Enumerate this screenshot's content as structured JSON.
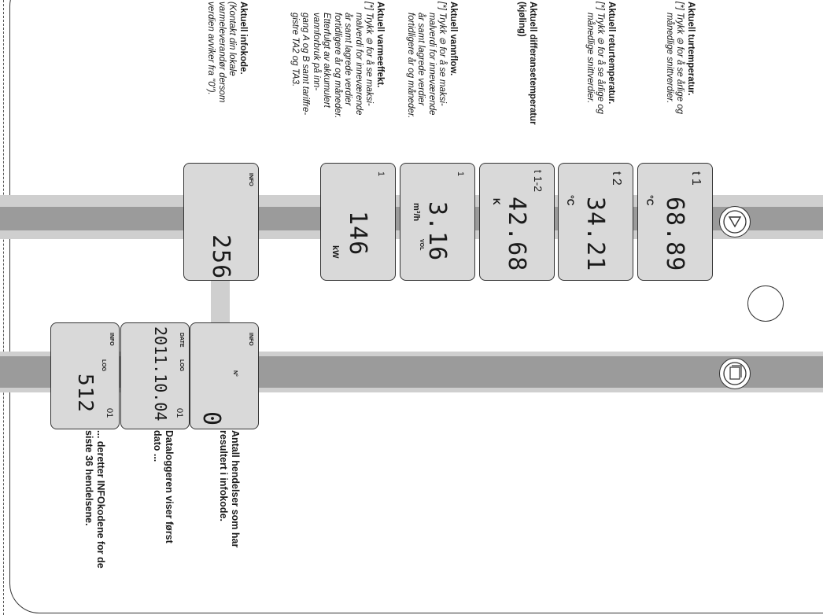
{
  "notes": {
    "flow_temp": {
      "title": "Aktuell turtemperatur.",
      "lines": [
        "[*] Trykk ⊜ for å se årlige og",
        "månedlige snittverdier."
      ]
    },
    "return_temp": {
      "title": "Aktuell returtemperatur.",
      "lines": [
        "[*] Trykk ⊜ for å se årlige og",
        "månedlige snittverdier."
      ]
    },
    "diff_temp": {
      "title": "Aktuell differansetemperatur",
      "lines": [
        "(kjøling)"
      ]
    },
    "water_flow": {
      "title": "Aktuell vannflow.",
      "lines": [
        "[*] Trykk ⊜ for å se maksi-",
        "malverdi for inneværende",
        "år samt lagrede verdier",
        "fortidligere år og måneder."
      ]
    },
    "heat_power": {
      "title": "Aktuell varmeeffekt.",
      "lines": [
        "[*] Trykk ⊜ for å se maksi-",
        "malverdi for inneværende",
        "år samt lagrede verdier",
        "fortidligere år og måneder.",
        "Etterfulgt av akkumulert",
        "vannforbruk på inn-",
        "gang A og B samt tariffre-",
        "gistre TA2 og TA3."
      ]
    },
    "info_code": {
      "title": "Aktuell infokode.",
      "lines": [
        "(Kontakt din lokale",
        "varmeleverandør dersom",
        "verdien avviker fra \"0\")."
      ]
    }
  },
  "captions": {
    "events": [
      "Antall hendelser som har",
      "resultert i infokode."
    ],
    "datalogger": [
      "Dataloggeren viser først",
      "dato ..."
    ],
    "after": [
      "... deretter INFOkodene for de",
      "siste 36 hendelsene."
    ]
  },
  "displays": {
    "t1": {
      "value": "68.89",
      "unit": "°C",
      "label": "t 1"
    },
    "t2": {
      "value": "34.21",
      "unit": "°C",
      "label": "t 2"
    },
    "t12": {
      "value": "42.68",
      "unit": "K",
      "label": "t 1-2"
    },
    "flow": {
      "value": "3.16",
      "unit": "m³/h",
      "tag": "VOL",
      "label": "1"
    },
    "power": {
      "value": "146",
      "unit": "kW",
      "label": "1"
    },
    "info": {
      "value": "256",
      "tag": "INFO"
    },
    "events": {
      "value": "0",
      "tag": "INFO",
      "tag2": "N°"
    },
    "date": {
      "value": "2011.10.04",
      "tag": "DATE",
      "tag2": "LOG",
      "label": "01"
    },
    "log": {
      "value": "512",
      "tag": "INFO",
      "tag2": "LOG",
      "label": "01"
    }
  },
  "colors": {
    "band_light": "#cfcfcf",
    "band_dark": "#9b9b9b",
    "lcd": "#d9d9d9"
  }
}
